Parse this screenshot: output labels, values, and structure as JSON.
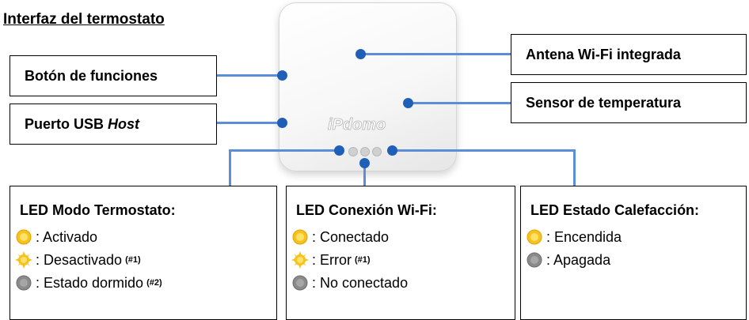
{
  "title": "Interfaz del termostato",
  "device": {
    "logo_text": "iPdomo"
  },
  "callouts": {
    "antenna": "Antena Wi-Fi integrada",
    "function_button": "Botón de funciones",
    "temp_sensor": "Sensor de temperatura",
    "usb_prefix": "Puerto USB ",
    "usb_suffix": "Host"
  },
  "panels": [
    {
      "title": "LED Modo Termostato:",
      "rows": [
        {
          "icon": "led-yellow-icon",
          "text": ": Activado",
          "note": ""
        },
        {
          "icon": "led-yellow-blink-icon",
          "text": ": Desactivado",
          "note": "(#1)"
        },
        {
          "icon": "led-grey-icon",
          "text": ": Estado dormido",
          "note": "(#2)"
        }
      ]
    },
    {
      "title": "LED Conexión Wi-Fi:",
      "rows": [
        {
          "icon": "led-yellow-icon",
          "text": ": Conectado",
          "note": ""
        },
        {
          "icon": "led-yellow-blink-icon",
          "text": ": Error",
          "note": "(#1)"
        },
        {
          "icon": "led-grey-icon",
          "text": ": No conectado",
          "note": ""
        }
      ]
    },
    {
      "title": "LED Estado Calefacción:",
      "rows": [
        {
          "icon": "led-yellow-icon",
          "text": ": Encendida",
          "note": ""
        },
        {
          "icon": "led-grey-icon",
          "text": ": Apagada",
          "note": ""
        }
      ]
    }
  ],
  "colors": {
    "connector": "#5b8ed6",
    "dot": "#1f5fb8",
    "led_yellow": "#f6c21c",
    "led_grey": "#8a8a8a"
  }
}
